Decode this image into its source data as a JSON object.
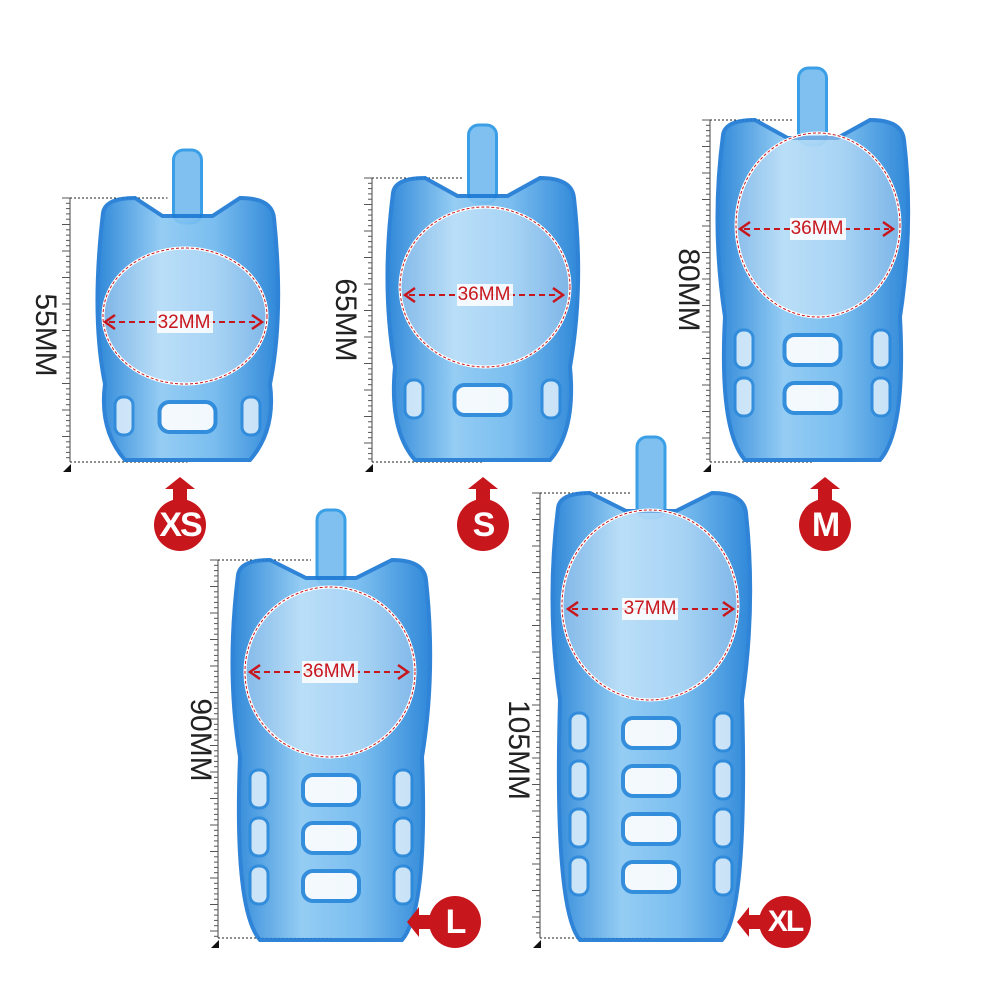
{
  "accent_color": "#c8161d",
  "product_color": "#3a9fe6",
  "sizes": [
    {
      "size": "XS",
      "height": "55MM",
      "width": "32MM",
      "badge_arrow": "up"
    },
    {
      "size": "S",
      "height": "65MM",
      "width": "36MM",
      "badge_arrow": "up"
    },
    {
      "size": "M",
      "height": "80MM",
      "width": "36MM",
      "badge_arrow": "up"
    },
    {
      "size": "L",
      "height": "90MM",
      "width": "36MM",
      "badge_arrow": "left"
    },
    {
      "size": "XL",
      "height": "105MM",
      "width": "37MM",
      "badge_arrow": "left"
    }
  ]
}
